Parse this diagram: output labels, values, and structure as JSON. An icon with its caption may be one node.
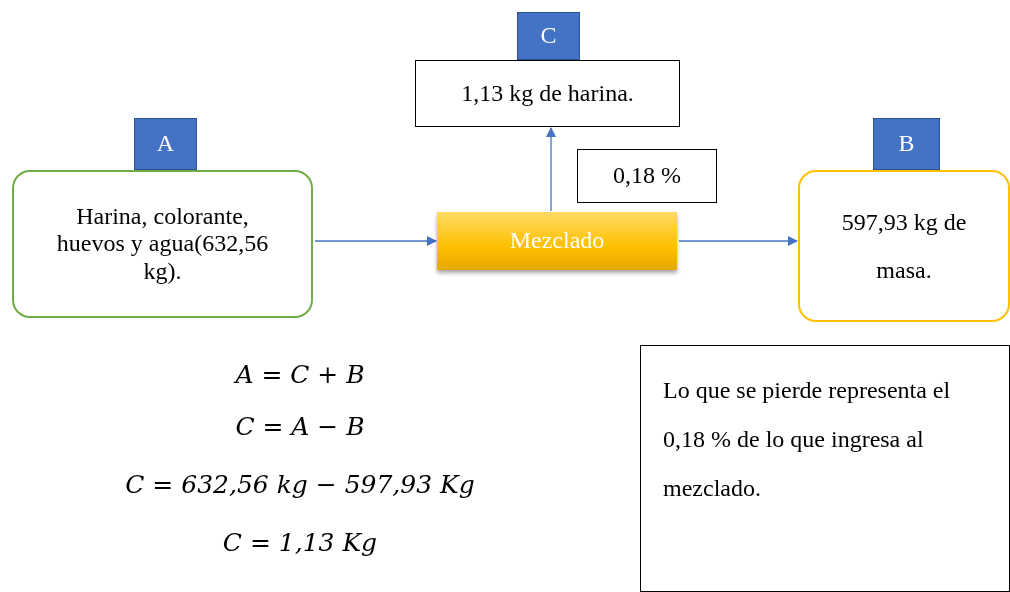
{
  "diagram": {
    "nodes": [
      {
        "text": [
          "A"
        ]
      },
      {
        "text": [
          "Harina, colorante, huevos y agua(632,56 kg)."
        ]
      },
      {
        "text": [
          "C"
        ]
      },
      {
        "text": [
          "1,13 kg de harina."
        ]
      },
      {
        "text": [
          "0,18 %"
        ]
      },
      {
        "text": [
          "Mezclado"
        ]
      },
      {
        "text": [
          "B"
        ]
      },
      {
        "text": [
          "597,93 kg de masa."
        ]
      },
      {
        "text": [
          "Lo que se pierde representa el 0,18 % de lo que ingresa al mezclado."
        ]
      }
    ],
    "edges": [
      {
        "from": 1,
        "to": 5,
        "arrow": "to"
      },
      {
        "from": 5,
        "to": 7,
        "arrow": "to"
      },
      {
        "from": 5,
        "to": 3,
        "arrow": "to"
      }
    ],
    "labels": [
      "A = C + B",
      "C = A − B",
      "C = 632,56 kg − 597,93 Kg",
      "C = 1,13 Kg"
    ]
  }
}
